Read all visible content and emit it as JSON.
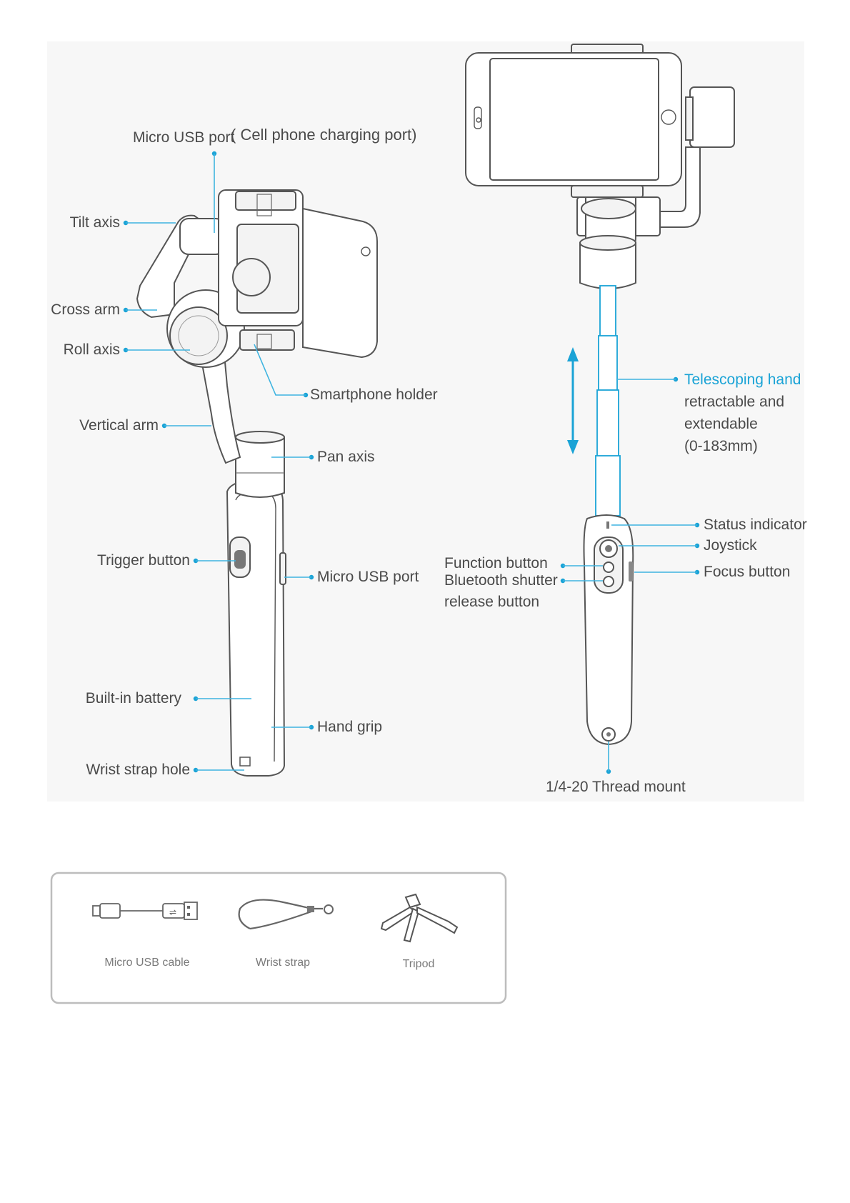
{
  "left_diagram": {
    "micro_usb_top": "Micro USB port",
    "micro_usb_top_note": "( Cell phone charging port)",
    "tilt_axis": "Tilt axis",
    "cross_arm": "Cross arm",
    "roll_axis": "Roll axis",
    "smartphone_holder": "Smartphone holder",
    "vertical_arm": "Vertical arm",
    "pan_axis": "Pan axis",
    "trigger_button": "Trigger button",
    "micro_usb_port": "Micro USB port",
    "built_in_battery": "Built-in battery",
    "hand_grip": "Hand grip",
    "wrist_strap_hole": "Wrist strap hole"
  },
  "right_diagram": {
    "telescoping_title": "Telescoping hand",
    "telescoping_line2": "retractable and",
    "telescoping_line3": "extendable",
    "telescoping_line4": "(0-183mm)",
    "status_indicator": "Status indicator",
    "joystick": "Joystick",
    "focus_button": "Focus button",
    "function_button": "Function button",
    "bluetooth_line1": "Bluetooth shutter",
    "bluetooth_line2": "release button",
    "thread_mount": "1/4-20 Thread mount"
  },
  "accessories": [
    {
      "label": "Micro USB cable",
      "icon": "usb-cable-icon"
    },
    {
      "label": "Wrist strap",
      "icon": "wrist-strap-icon"
    },
    {
      "label": "Tripod",
      "icon": "tripod-icon"
    }
  ],
  "colors": {
    "accent": "#1aa3d6",
    "leader": "#3fb4e0",
    "text": "#4a4a4a",
    "device_outline": "#555555"
  }
}
